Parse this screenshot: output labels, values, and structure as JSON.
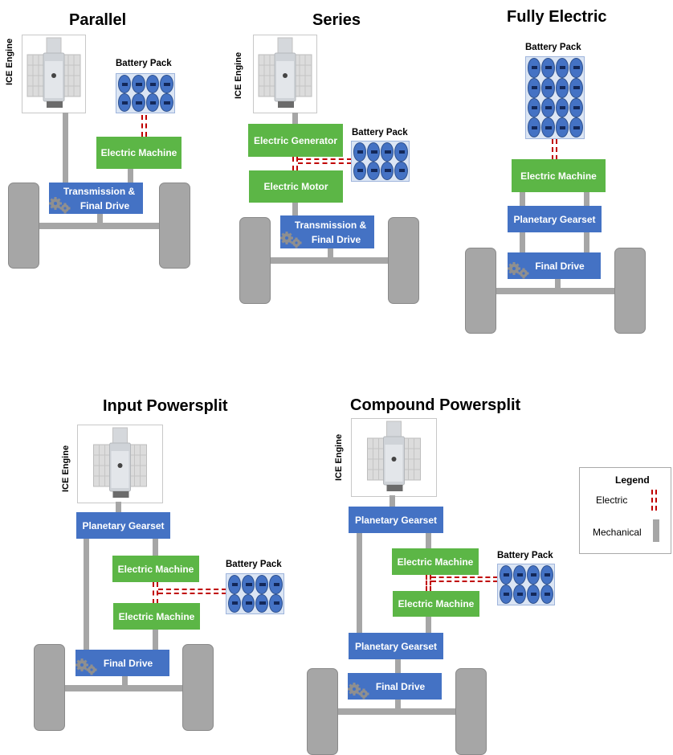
{
  "figure": {
    "subject": "Electrified powertrain architectures",
    "colors": {
      "electric_machine": "#5cb646",
      "transmission_block": "#4472c4",
      "battery_cell": "#4472c4",
      "mechanical_link": "#a6a6a6",
      "electric_link": "#c00000"
    }
  },
  "labels": {
    "engine": "ICE Engine",
    "battery": "Battery Pack",
    "electric_machine": "Electric Machine",
    "electric_generator": "Electric Generator",
    "electric_motor": "Electric Motor",
    "transmission_final_drive_line1": "Transmission &",
    "transmission_final_drive_line2": "Final Drive",
    "planetary_gearset": "Planetary Gearset",
    "final_drive": "Final Drive"
  },
  "diagrams": [
    {
      "title": "Parallel"
    },
    {
      "title": "Series"
    },
    {
      "title": "Fully Electric"
    },
    {
      "title": "Input Powersplit"
    },
    {
      "title": "Compound Powersplit"
    }
  ],
  "legend": {
    "title": "Legend",
    "items": [
      {
        "label": "Electric",
        "symbol": "red-dashed-double-line"
      },
      {
        "label": "Mechanical",
        "symbol": "gray-bar"
      }
    ]
  }
}
